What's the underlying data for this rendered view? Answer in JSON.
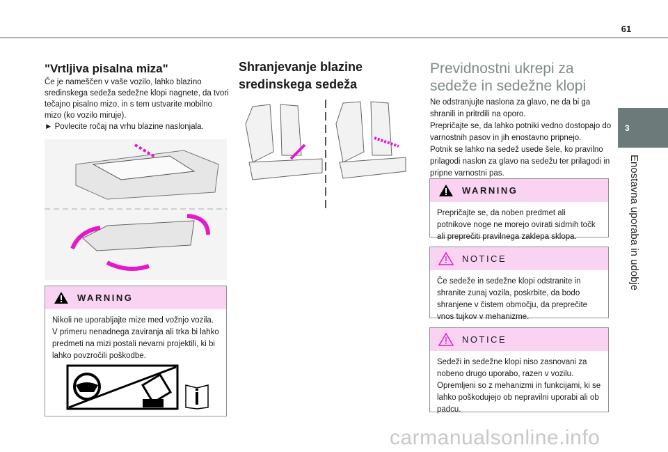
{
  "page": {
    "number": "61",
    "chapter_number": "3",
    "chapter_title": "Enostavna uporaba in udobje"
  },
  "col1": {
    "title": "\"Vrtljiva pisalna miza\"",
    "paragraphs": [
      "Če je nameščen v vaše vozilo, lahko blazino sredinskega sedeža sedežne klopi nagnete, da tvori tečajno pisalno mizo, in s tem ustvarite mobilno mizo (ko vozilo miruje)."
    ],
    "step": "► Povlecite ročaj na vrhu blazine naslonjala.",
    "warning": {
      "label": "WARNING",
      "text": "Nikoli ne uporabljajte mize med vožnjo vozila. V primeru nenadnega zaviranja ali trka bi lahko predmeti na mizi postali nevarni projektili, ki bi lahko povzročili poškodbe."
    }
  },
  "col2": {
    "title": "Shranjevanje blazine sredinskega sedeža"
  },
  "col3": {
    "title": "Previdnostni ukrepi za sedeže in sedežne klopi",
    "text": "Ne odstranjujte naslona za glavo, ne da bi ga shranili in pritrdili na oporo.\nPrepričajte se, da lahko potniki vedno dostopajo do varnostnih pasov in jih enostavno pripnejo.\nPotnik se lahko na sedež usede šele, ko pravilno prilagodi naslon za glavo na sedežu ter prilagodi in pripne varnostni pas.",
    "warning": {
      "label": "WARNING",
      "text": "Prepričajte se, da noben predmet ali potnikove noge ne morejo ovirati sidrnih točk ali preprečiti pravilnega zaklepa sklopa."
    },
    "notice1": {
      "label": "NOTICE",
      "text": "Če sedeže in sedežne klopi odstranite in shranite zunaj vozila, poskrbite, da bodo shranjene v čistem območju, da preprečite vnos tujkov v mehanizme."
    },
    "notice2": {
      "label": "NOTICE",
      "text": "Sedeži in sedežne klopi niso zasnovani za nobeno drugo uporabo, razen v vozilu. Opremljeni so z mehanizmi in funkcijami, ki se lahko poškodujejo ob nepravilni uporabi ali ob padcu."
    }
  },
  "watermark": "carmanualsonline.info",
  "colors": {
    "accent_pink": "#f9d3f1",
    "tab_gray": "#6c7b79",
    "arrow_magenta": "#e619c8"
  }
}
